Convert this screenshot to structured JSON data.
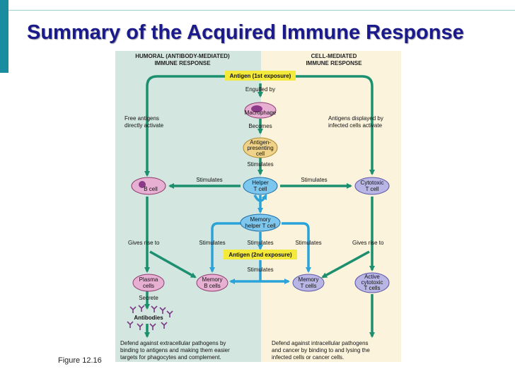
{
  "slide": {
    "title": "Summary of the Acquired Immune Response",
    "figure_label": "Figure 12.16"
  },
  "diagram": {
    "humoral_header": [
      "HUMORAL (ANTIBODY-MEDIATED)",
      "IMMUNE RESPONSE"
    ],
    "cell_header": [
      "CELL-MEDIATED",
      "IMMUNE RESPONSE"
    ],
    "antigen_first": "Antigen (1st exposure)",
    "antigen_second": "Antigen (2nd exposure)",
    "engulfed_by": "Engulfed by",
    "macrophage": "Macrophage",
    "becomes": "Becomes",
    "apc": [
      "Antigen-",
      "presenting",
      "cell"
    ],
    "stimulates_apc": "Stimulates",
    "free_antigens": [
      "Free antigens",
      "directly activate"
    ],
    "antigens_displayed": [
      "Antigens displayed by",
      "infected cells activate"
    ],
    "stimulates": "Stimulates",
    "b_cell": "B cell",
    "helper_t": [
      "Helper",
      "T cell"
    ],
    "cytotoxic_t": [
      "Cytotoxic",
      "T cell"
    ],
    "memory_helper": [
      "Memory",
      "helper T cell"
    ],
    "gives_rise_to": "Gives rise to",
    "plasma_cells": [
      "Plasma",
      "cells"
    ],
    "memory_b": [
      "Memory",
      "B cells"
    ],
    "memory_t": [
      "Memory",
      "T cells"
    ],
    "active_cytotoxic": [
      "Active",
      "cytotoxic",
      "T cells"
    ],
    "secrete": "Secrete",
    "antibodies": "Antibodies",
    "humoral_defense": [
      "Defend against extracellular pathogens by",
      "binding to antigens and making them easier",
      "targets for phagocytes and complement."
    ],
    "cell_defense": [
      "Defend against intracellular pathogens",
      "and cancer by binding to and lysing the",
      "infected cells or cancer cells."
    ],
    "colors": {
      "humoral_panel": "#d3e6e0",
      "cell_panel": "#fbf3dc",
      "green_arrow": "#1b8f6e",
      "blue_arrow": "#2aa3d9",
      "yellow_label": "#f4ea3c"
    }
  }
}
